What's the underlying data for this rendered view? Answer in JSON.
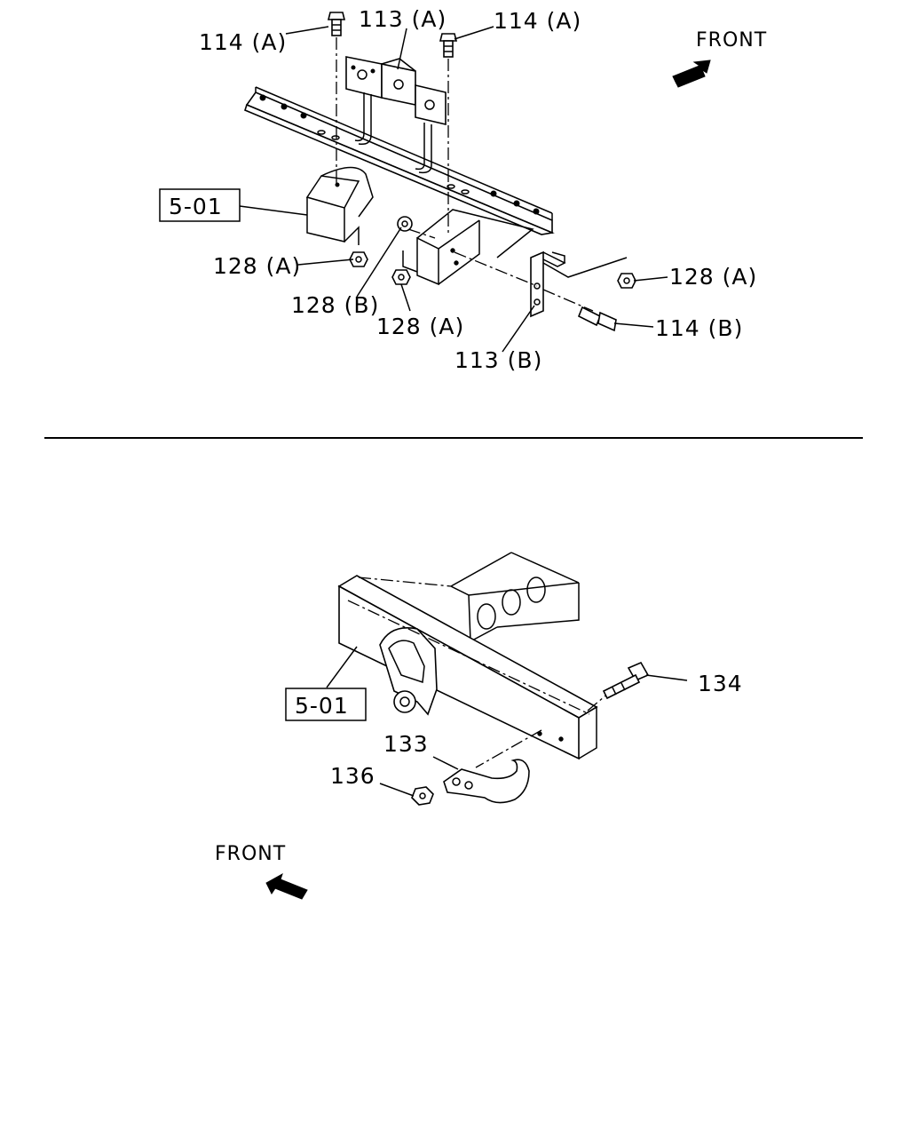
{
  "top_view": {
    "front_label": "FRONT",
    "callouts": {
      "bolt_a_left": "114 (A)",
      "bracket_a": "113 (A)",
      "bolt_a_right": "114 (A)",
      "frame_ref": "5-01",
      "nut_a_left": "128 (A)",
      "washer_b": "128 (B)",
      "nut_a_center": "128 (A)",
      "nut_a_right": "128 (A)",
      "bolt_b": "114 (B)",
      "bracket_b": "113 (B)"
    }
  },
  "bottom_view": {
    "front_label": "FRONT",
    "callouts": {
      "frame_ref": "5-01",
      "bolt": "134",
      "hook": "133",
      "nut": "136"
    }
  }
}
